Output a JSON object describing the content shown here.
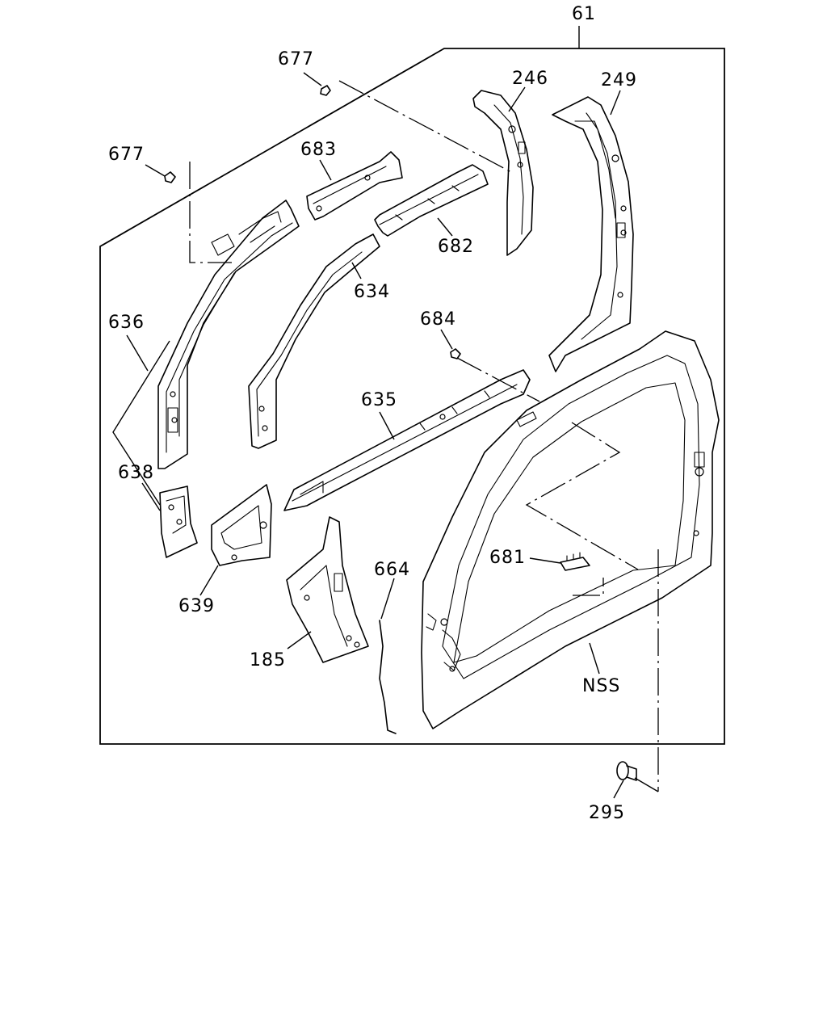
{
  "callouts": {
    "p61": "61",
    "p677a": "677",
    "p677b": "677",
    "p683": "683",
    "p246": "246",
    "p249": "249",
    "p682": "682",
    "p634": "634",
    "p636": "636",
    "p684": "684",
    "p635": "635",
    "p638": "638",
    "p681": "681",
    "p664": "664",
    "p639": "639",
    "p185": "185",
    "nss": "NSS",
    "p295": "295"
  }
}
